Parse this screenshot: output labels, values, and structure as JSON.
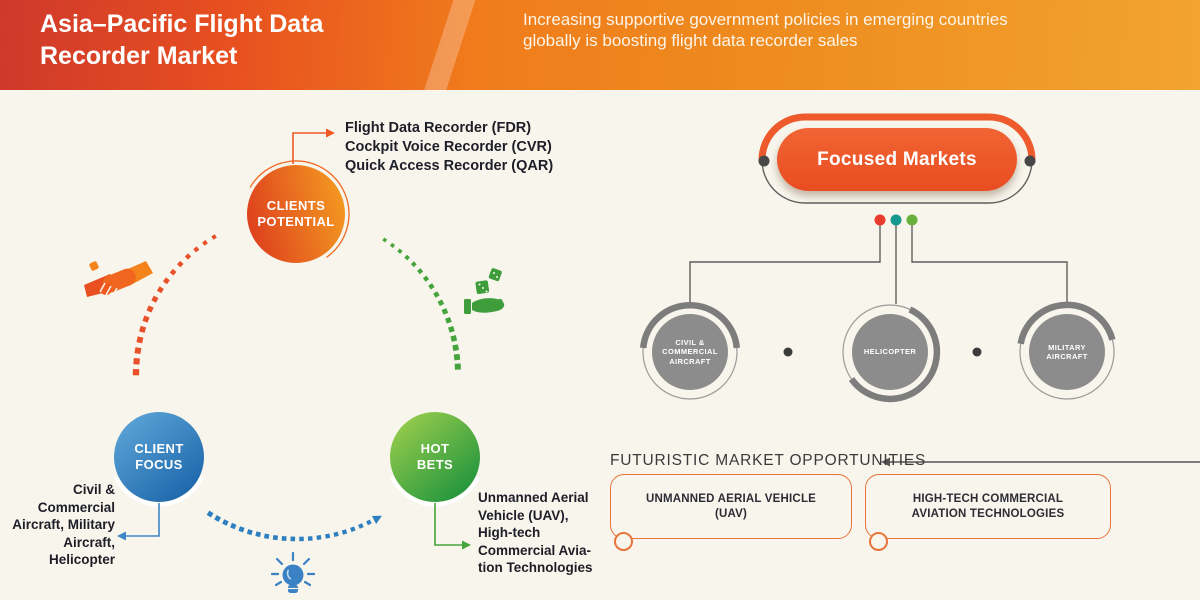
{
  "header": {
    "title_lines": [
      "Asia–Pacific Flight Data",
      "Recorder Market"
    ],
    "subtitle_lines": [
      "Increasing supportive government policies in emerging countries",
      "globally is boosting flight data recorder sales"
    ]
  },
  "cycle": {
    "clients_potential": {
      "label_lines": [
        "CLIENTS",
        "POTENTIAL"
      ],
      "detail_lines": [
        "Flight Data Recorder (FDR)",
        "Cockpit Voice Recorder (CVR)",
        "Quick Access Recorder (QAR)"
      ]
    },
    "client_focus": {
      "label_lines": [
        "CLIENT",
        "FOCUS"
      ],
      "detail_lines": [
        "Civil &",
        "Commercial",
        "Aircraft, Military",
        "Aircraft,",
        "Helicopter"
      ]
    },
    "hot_bets": {
      "label_lines": [
        "HOT",
        "BETS"
      ],
      "detail_lines": [
        "Unmanned Aerial",
        "Vehicle (UAV),",
        "High-tech",
        "Commercial Avia-",
        "tion Technologies"
      ]
    },
    "icons": [
      "handshake-icon",
      "dice-hand-icon",
      "lightbulb-icon"
    ]
  },
  "focused_markets": {
    "title": "Focused Markets",
    "nodes": [
      {
        "lines": [
          "CIVIL &",
          "COMMERCIAL",
          "AIRCRAFT"
        ]
      },
      {
        "lines": [
          "HELICOPTER"
        ]
      },
      {
        "lines": [
          "MILITARY AIRCRAFT"
        ]
      }
    ]
  },
  "opportunities": {
    "title": "FUTURISTIC MARKET OPPORTUNITIES",
    "boxes": [
      {
        "label": "UNMANNED AERIAL VEHICLE (UAV)"
      },
      {
        "label": "HIGH-TECH COMMERCIAL AVIATION TECHNOLOGIES"
      }
    ]
  },
  "colors": {
    "header_red": "#d23c2a",
    "header_orange": "#f2a42e",
    "accent_orange": "#ee5a2b",
    "arc_orange": "#e8502a",
    "arc_green": "#46a43c",
    "arc_blue": "#2e7fc0",
    "red_dot": "#e73c2e",
    "teal_dot": "#17988f",
    "green_dot": "#68b13d",
    "gray_node": "#8c8c8c",
    "background": "#f8f5ec",
    "text_dark": "#1e1e28"
  }
}
